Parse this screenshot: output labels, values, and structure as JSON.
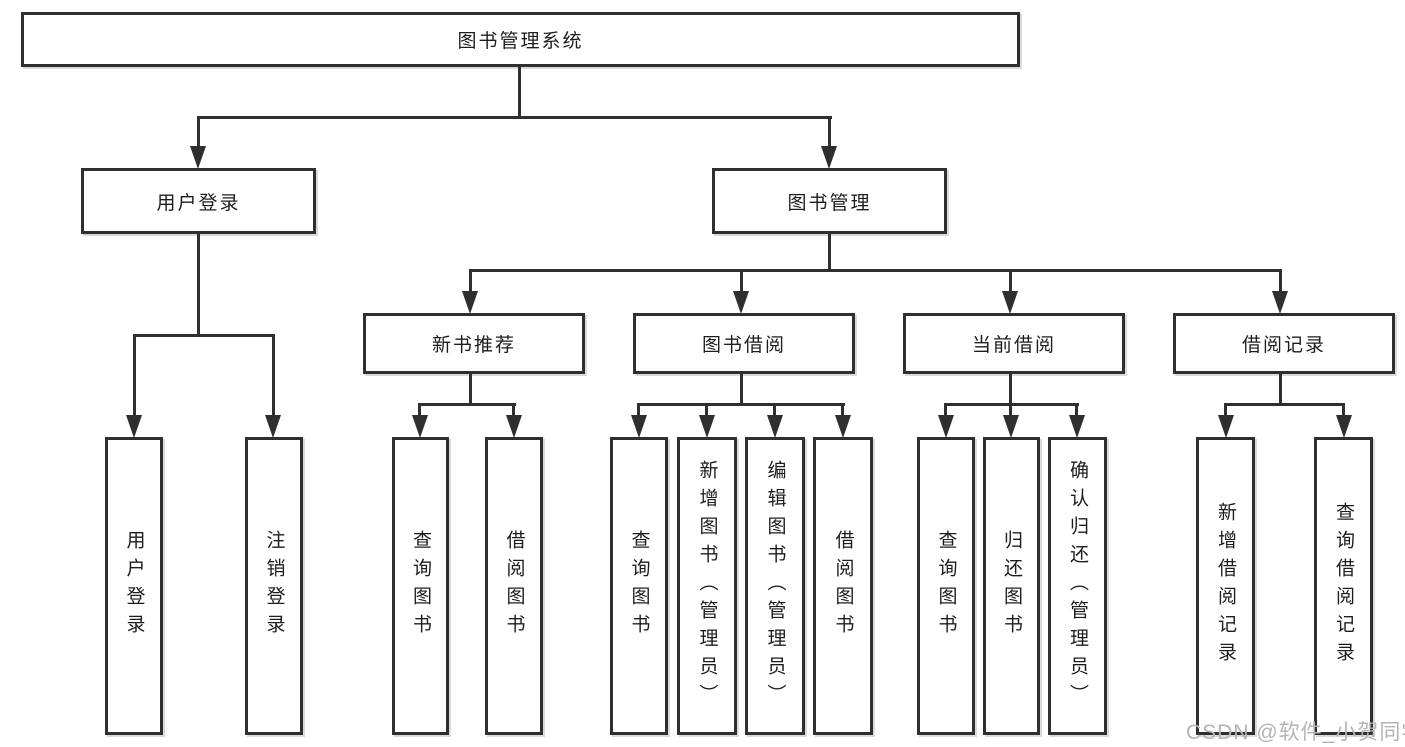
{
  "tree": {
    "label": "图书管理系统",
    "children": [
      {
        "label": "用户登录",
        "children": [
          {
            "label": "用户登录"
          },
          {
            "label": "注销登录"
          }
        ]
      },
      {
        "label": "图书管理",
        "children": [
          {
            "label": "新书推荐",
            "children": [
              {
                "label": "查询图书"
              },
              {
                "label": "借阅图书"
              }
            ]
          },
          {
            "label": "图书借阅",
            "children": [
              {
                "label": "查询图书"
              },
              {
                "label": "新增图书（管理员）"
              },
              {
                "label": "编辑图书（管理员）"
              },
              {
                "label": "借阅图书"
              }
            ]
          },
          {
            "label": "当前借阅",
            "children": [
              {
                "label": "查询图书"
              },
              {
                "label": "归还图书"
              },
              {
                "label": "确认归还（管理员）"
              }
            ]
          },
          {
            "label": "借阅记录",
            "children": [
              {
                "label": "新增借阅记录"
              },
              {
                "label": "查询借阅记录"
              }
            ]
          }
        ]
      }
    ]
  },
  "watermark": {
    "text": "CSDN @软件_小贺同学"
  },
  "colors": {
    "line": "#2f2f2f",
    "text": "#1d1d1d",
    "watermark": "#b4b4b4",
    "background": "#ffffff"
  }
}
